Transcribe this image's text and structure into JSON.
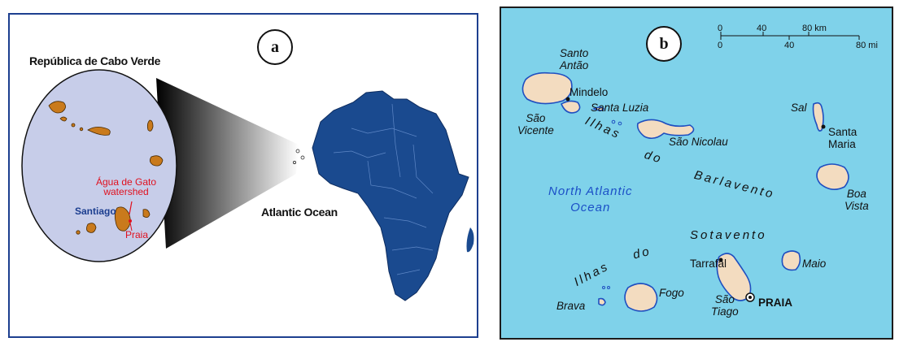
{
  "panel_a": {
    "badge": "a",
    "title": "República de Cabo Verde",
    "ocean_label": "Atlantic Ocean",
    "watershed_label_line1": "Água de Gato",
    "watershed_label_line2": "watershed",
    "santiago_label": "Santiago",
    "praia_label": "Praia",
    "colors": {
      "frame": "#1d3f8f",
      "africa": "#1a4a8f",
      "islands": "#c97a1c",
      "lens": "#c7cde9",
      "accent_red": "#e0101e"
    }
  },
  "panel_b": {
    "badge": "b",
    "scale": {
      "km_ticks": [
        "0",
        "40",
        "80 km"
      ],
      "mi_ticks": [
        "0",
        "40",
        "80 mi"
      ]
    },
    "islands": {
      "santo_antao_line1": "Santo",
      "santo_antao_line2": "Antão",
      "mindelo": "Mindelo",
      "sao_vicente_line1": "São",
      "sao_vicente_line2": "Vicente",
      "santa_luzia": "Santa Luzia",
      "sao_nicolau": "São Nicolau",
      "sal": "Sal",
      "santa_maria_line1": "Santa",
      "santa_maria_line2": "Maria",
      "boa_vista_line1": "Boa",
      "boa_vista_line2": "Vista",
      "tarrafal": "Tarrafal",
      "maio": "Maio",
      "fogo": "Fogo",
      "brava": "Brava",
      "sao_tiago_line1": "São",
      "sao_tiago_line2": "Tiago",
      "praia": "PRAIA"
    },
    "groups": {
      "barlavento_1": "Ilhas",
      "barlavento_2": "do",
      "barlavento_3": "Barlavento",
      "sotavento_1": "Ilhas",
      "sotavento_2": "do",
      "sotavento_3": "Sotavento"
    },
    "ocean_line1": "North Atlantic",
    "ocean_line2": "Ocean",
    "colors": {
      "sea": "#7fd2ea",
      "land": "#f3dcc0",
      "coast": "#1f4fc0",
      "frame": "#1c1c1c"
    }
  }
}
